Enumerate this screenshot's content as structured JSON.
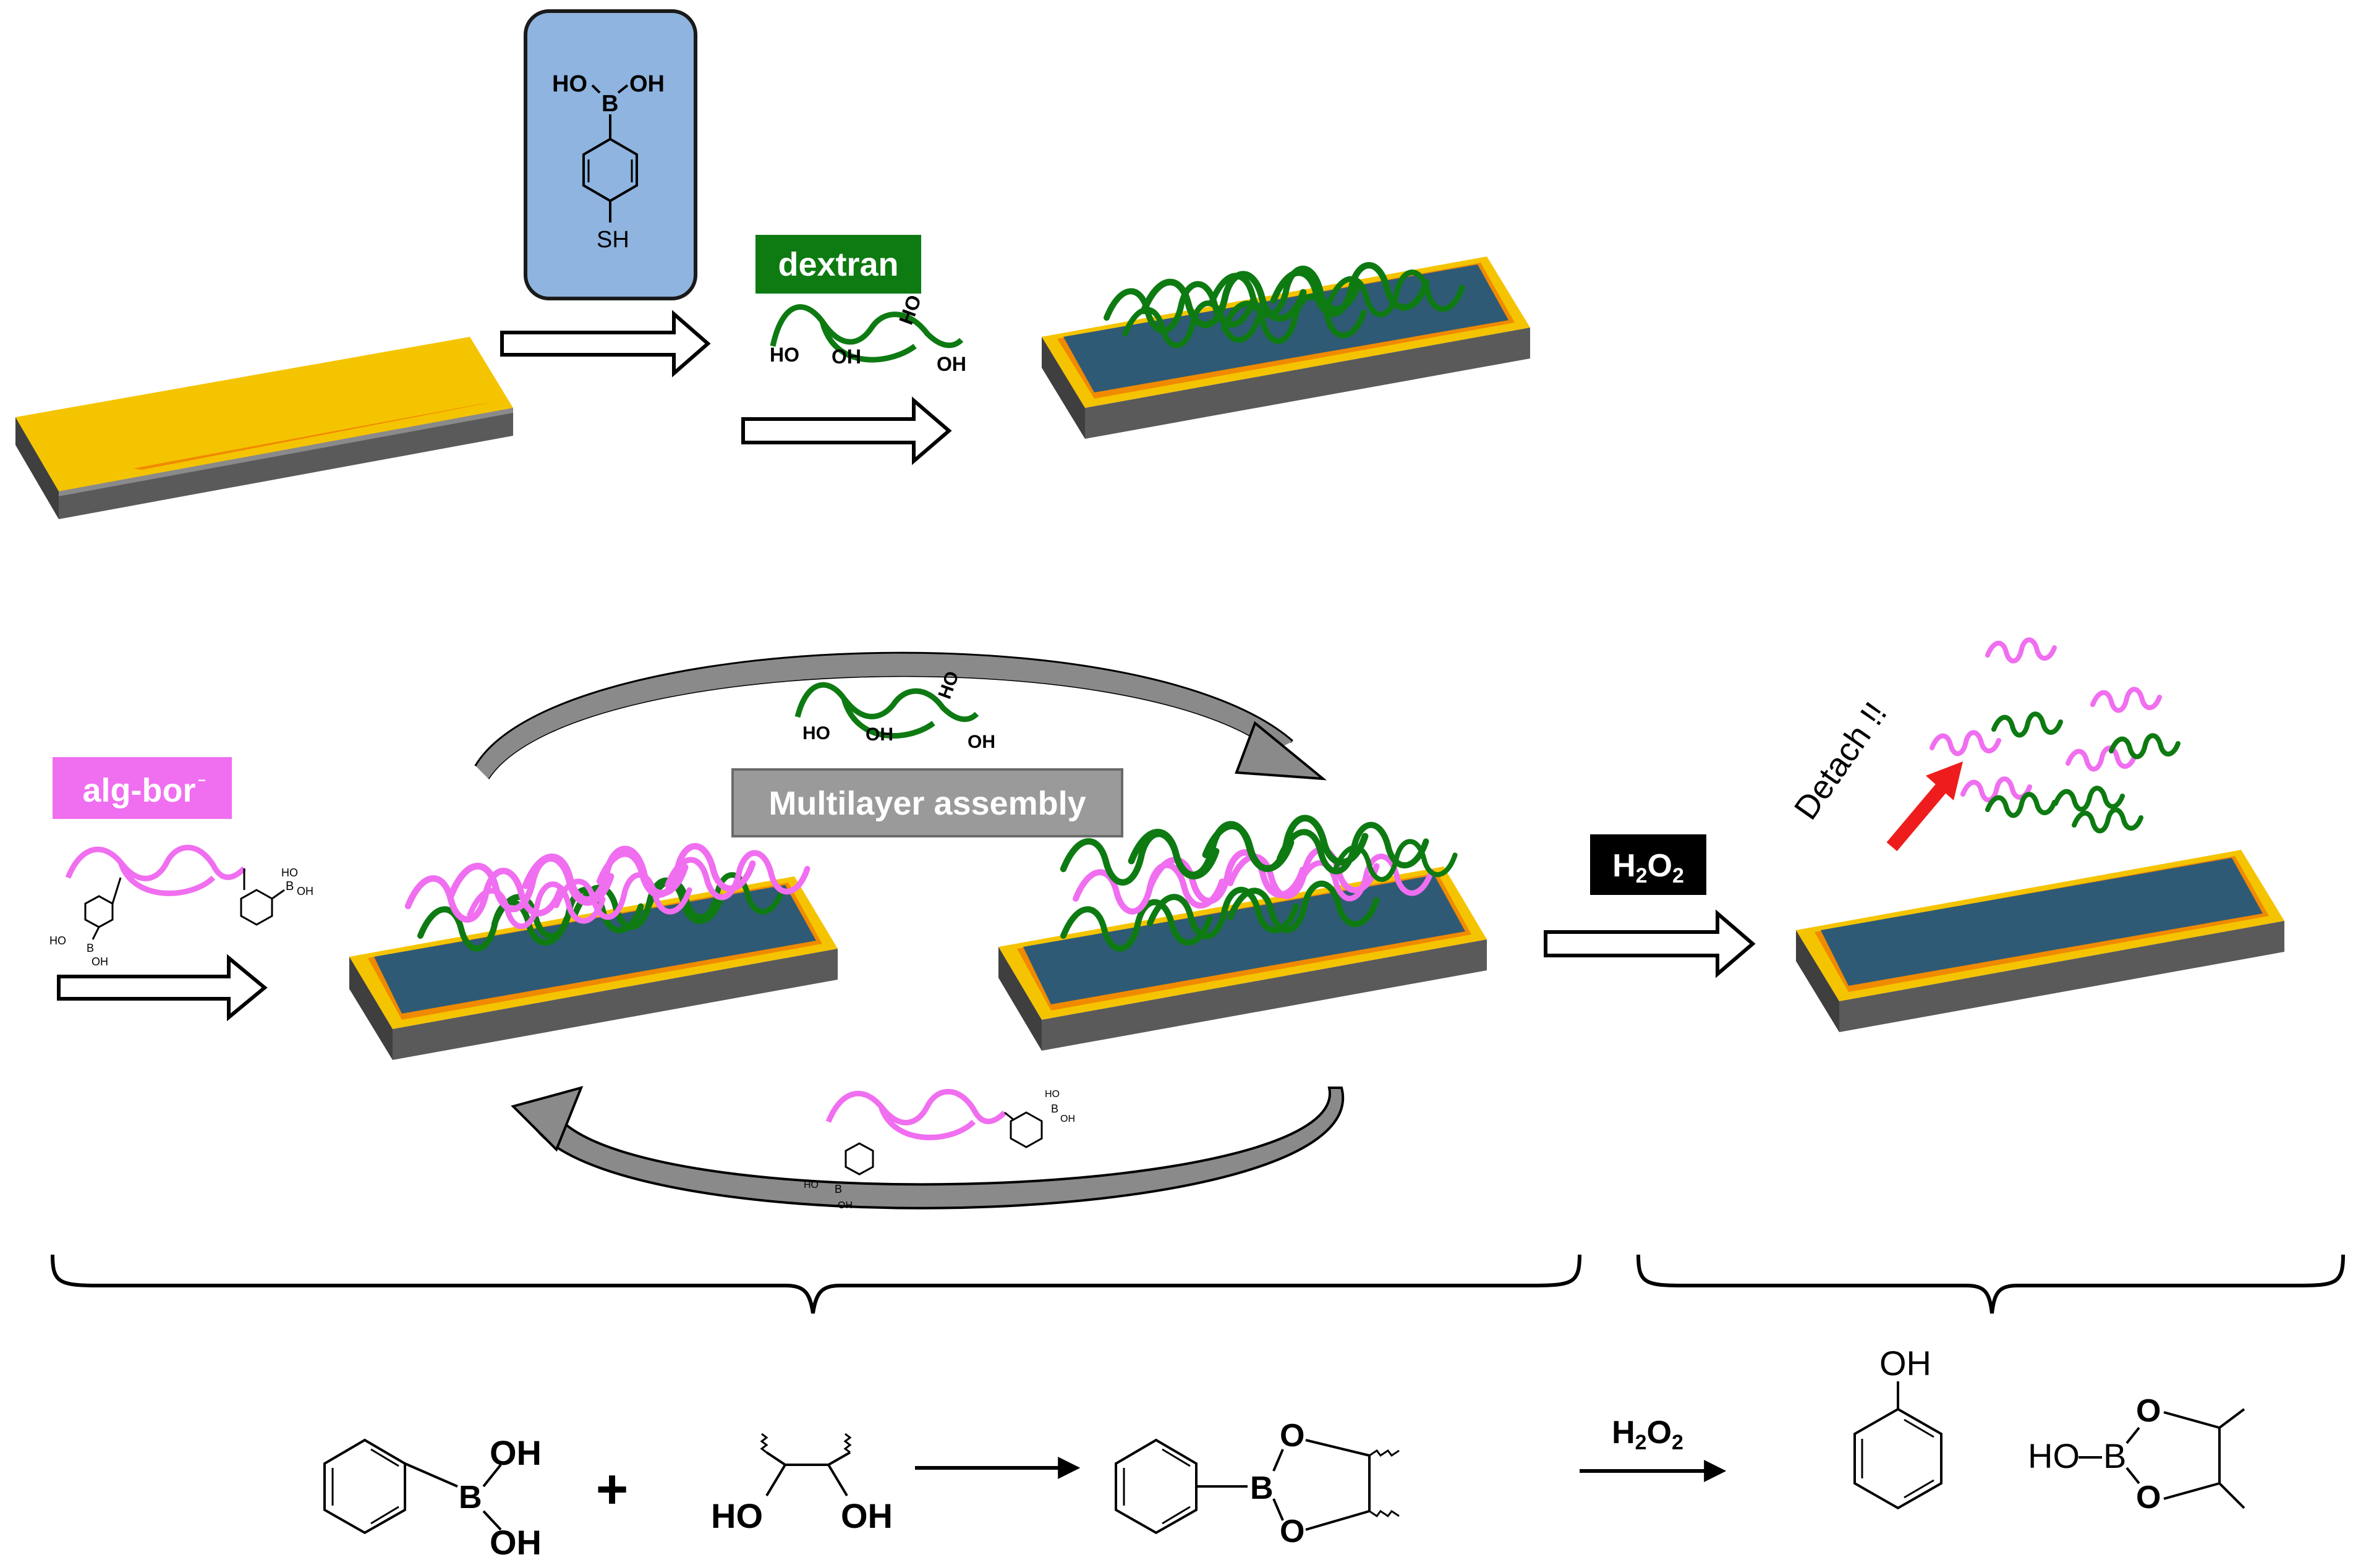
{
  "labels": {
    "dextran": "dextran",
    "alg_bor": "alg-bor",
    "multilayer": "Multilayer assembly",
    "h2o2_box": "H2O2",
    "detach": "Detach !!",
    "h2o2_bottom": "H2O2",
    "plus": "+"
  },
  "chem": {
    "pbba_top_ho": "HO",
    "pbba_top_b": "B",
    "pbba_top_oh": "OH",
    "pbba_top_sh": "SH",
    "diol_ho": "HO",
    "diol_oh": "OH",
    "mini_ho": "HO",
    "mini_oh": "OH",
    "phenylboronic_oh1": "OH",
    "phenylboronic_b": "B",
    "phenylboronic_oh2": "OH",
    "ester_b": "B",
    "ester_o1": "O",
    "ester_o2": "O",
    "phenol_oh": "OH",
    "borate_ho": "HO",
    "borate_b": "B",
    "borate_o1": "O",
    "borate_o2": "O"
  },
  "colors": {
    "gold": "#F5C400",
    "orange": "#F08A00",
    "slate": "#2F5A75",
    "substrate_side": "#5A5A5A",
    "substrate_top": "#7A7A7A",
    "dextran": "#0E7A12",
    "alginate": "#F06EF0",
    "box_blue": "#8EB4DF",
    "gray_label": "#9A9A9A",
    "red_arrow": "#EE1C1C"
  }
}
